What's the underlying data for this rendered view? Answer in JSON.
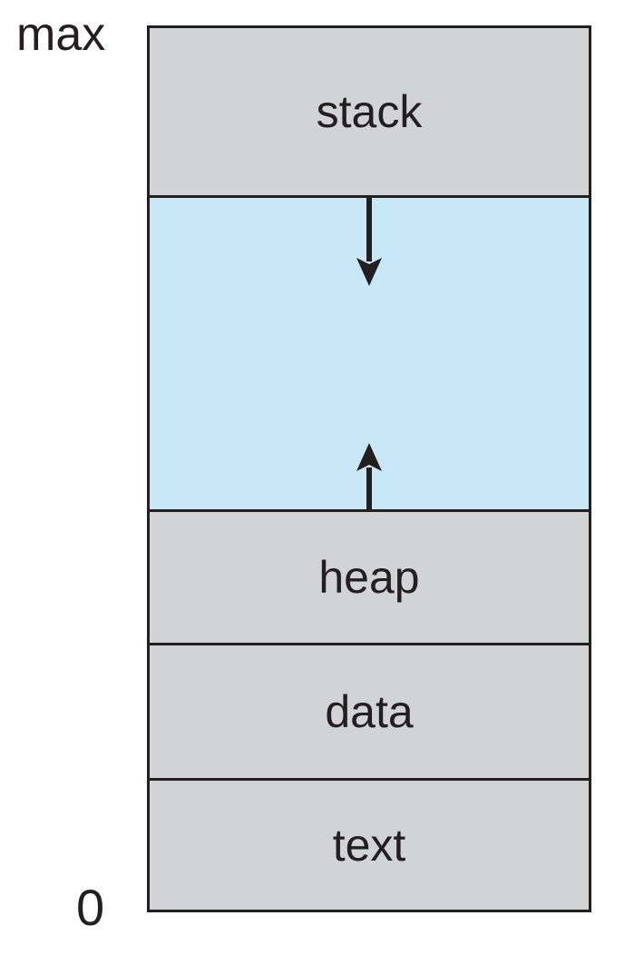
{
  "diagram": {
    "max_label": "max",
    "zero_label": "0",
    "sections": {
      "stack": "stack",
      "heap": "heap",
      "data": "data",
      "text": "text"
    },
    "icons": {
      "stack_growth": "arrow-down-icon",
      "heap_growth": "arrow-up-icon"
    },
    "colors": {
      "region_fill": "#d2d3d4",
      "free_space_fill": "#c9e8f7",
      "outline": "#231f20",
      "background": "#ffffff"
    }
  }
}
